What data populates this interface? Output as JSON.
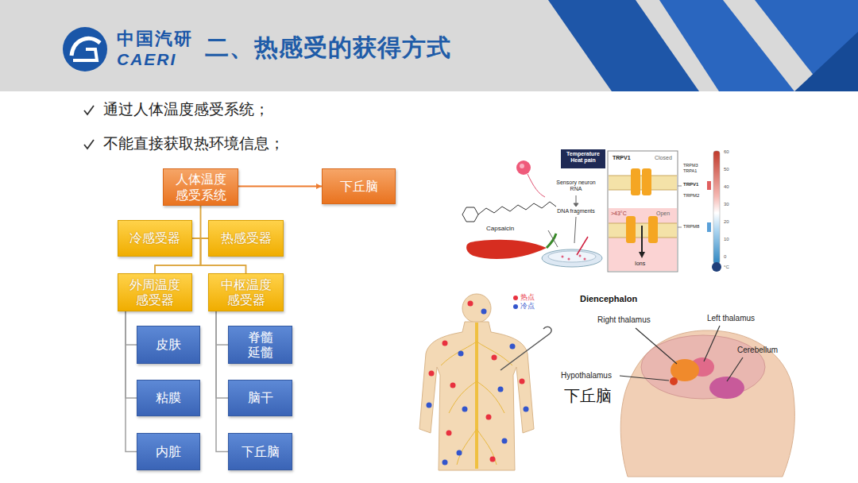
{
  "diagram": {
    "title": "二、热感受的获得方式",
    "nodes": [
      {
        "text": [
          "人体温度 感受系统"
        ]
      },
      {
        "text": [
          "下丘脑"
        ]
      },
      {
        "text": [
          "冷感受器"
        ]
      },
      {
        "text": [
          "热感受器"
        ]
      },
      {
        "text": [
          "外周温度 感受器"
        ]
      },
      {
        "text": [
          "中枢温度 感受器"
        ]
      },
      {
        "text": [
          "皮肤"
        ]
      },
      {
        "text": [
          "粘膜"
        ]
      },
      {
        "text": [
          "内脏"
        ]
      },
      {
        "text": [
          "脊髓 延髓"
        ]
      },
      {
        "text": [
          "脑干"
        ]
      },
      {
        "text": [
          "下丘脑"
        ]
      }
    ],
    "edges": [
      {
        "from": 0,
        "to": 1,
        "arrow": "to"
      },
      {
        "from": 0,
        "to": 2,
        "arrow": "none"
      },
      {
        "from": 0,
        "to": 3,
        "arrow": "none"
      },
      {
        "from": 2,
        "to": 4,
        "arrow": "none"
      },
      {
        "from": 2,
        "to": 5,
        "arrow": "none"
      },
      {
        "from": 3,
        "to": 4,
        "arrow": "none"
      },
      {
        "from": 3,
        "to": 5,
        "arrow": "none"
      },
      {
        "from": 4,
        "to": 6,
        "arrow": "none"
      },
      {
        "from": 4,
        "to": 7,
        "arrow": "none"
      },
      {
        "from": 4,
        "to": 8,
        "arrow": "none"
      },
      {
        "from": 5,
        "to": 9,
        "arrow": "none"
      },
      {
        "from": 5,
        "to": 10,
        "arrow": "none"
      },
      {
        "from": 5,
        "to": 11,
        "arrow": "none"
      }
    ],
    "labels": [
      "中国汽研",
      "CAERI",
      "通过人体温度感受系统；",
      "不能直接获取热环境信息；",
      "Temperature Heat pain",
      "Sensory neuron RNA",
      "DNA fragments",
      "Capsaicin",
      "TRPV1",
      "Closed",
      ">43°C",
      "Open",
      "Ions",
      "TRPM3 TRPA1",
      "TRPV1",
      "TRPM2",
      "TRPM8",
      "60",
      "50",
      "40",
      "30",
      "20",
      "10",
      "0",
      "°C",
      "Diencephalon",
      "Right thalamus",
      "Left thalamus",
      "Cerebellum",
      "Hypothalamus",
      "下丘脑"
    ],
    "legend": [
      {
        "text": "热点",
        "color": "#e8313f"
      },
      {
        "text": "冷点",
        "color": "#3355cc"
      }
    ]
  }
}
